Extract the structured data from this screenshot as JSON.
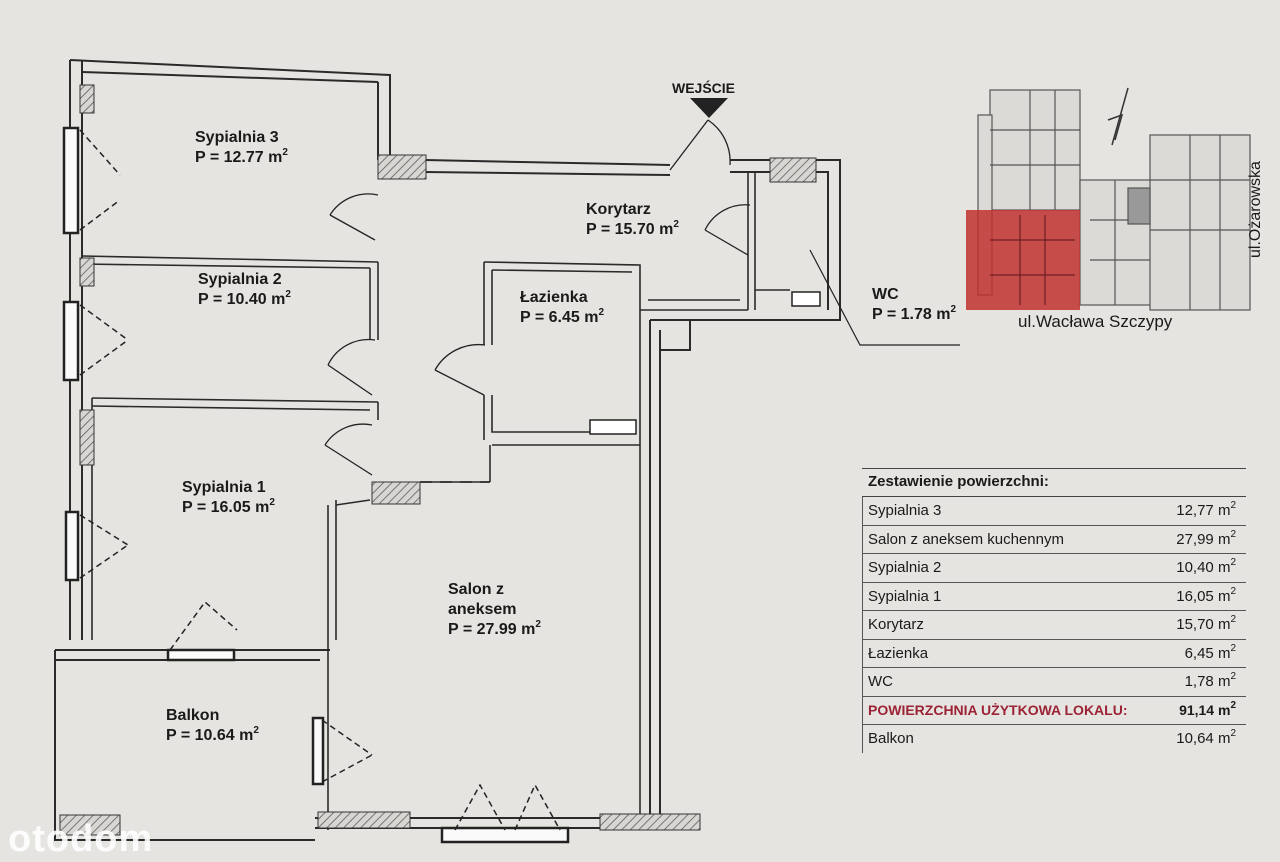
{
  "rooms": {
    "sypialnia3": {
      "name": "Sypialnia 3",
      "area": "P = 12.77 m"
    },
    "sypialnia2": {
      "name": "Sypialnia 2",
      "area": "P = 10.40 m"
    },
    "sypialnia1": {
      "name": "Sypialnia 1",
      "area": "P = 16.05 m"
    },
    "korytarz": {
      "name": "Korytarz",
      "area": "P = 15.70 m"
    },
    "lazienka": {
      "name": "Łazienka",
      "area": "P = 6.45 m"
    },
    "wc": {
      "name": "WC",
      "area": "P = 1.78 m"
    },
    "salon": {
      "name_line1": "Salon z",
      "name_line2": "aneksem",
      "area": "P = 27.99 m"
    },
    "balkon": {
      "name": "Balkon",
      "area": "P = 10.64 m"
    }
  },
  "unit_sup": "2",
  "entry_label": "WEJŚCIE",
  "streets": {
    "horizontal": "ul.Wacława Szczypy",
    "vertical": "ul.Ożarowska"
  },
  "summary": {
    "title": "Zestawienie powierzchni:",
    "rows": [
      {
        "name": "Sypialnia 3",
        "value": "12,77 m"
      },
      {
        "name": "Salon z aneksem kuchennym",
        "value": "27,99 m"
      },
      {
        "name": "Sypialnia 2",
        "value": "10,40 m"
      },
      {
        "name": "Sypialnia 1",
        "value": "16,05 m"
      },
      {
        "name": "Korytarz",
        "value": "15,70 m"
      },
      {
        "name": "Łazienka",
        "value": "6,45 m"
      },
      {
        "name": "WC",
        "value": "1,78 m"
      }
    ],
    "total": {
      "name": "POWIERZCHNIA UŻYTKOWA LOKALU:",
      "value": "91,14 m"
    },
    "balkon": {
      "name": "Balkon",
      "value": "10,64 m"
    }
  },
  "watermark": "otodom",
  "colors": {
    "highlight": "#c0312f",
    "wall": "#2a2a2a",
    "total_text": "#9b2335"
  }
}
